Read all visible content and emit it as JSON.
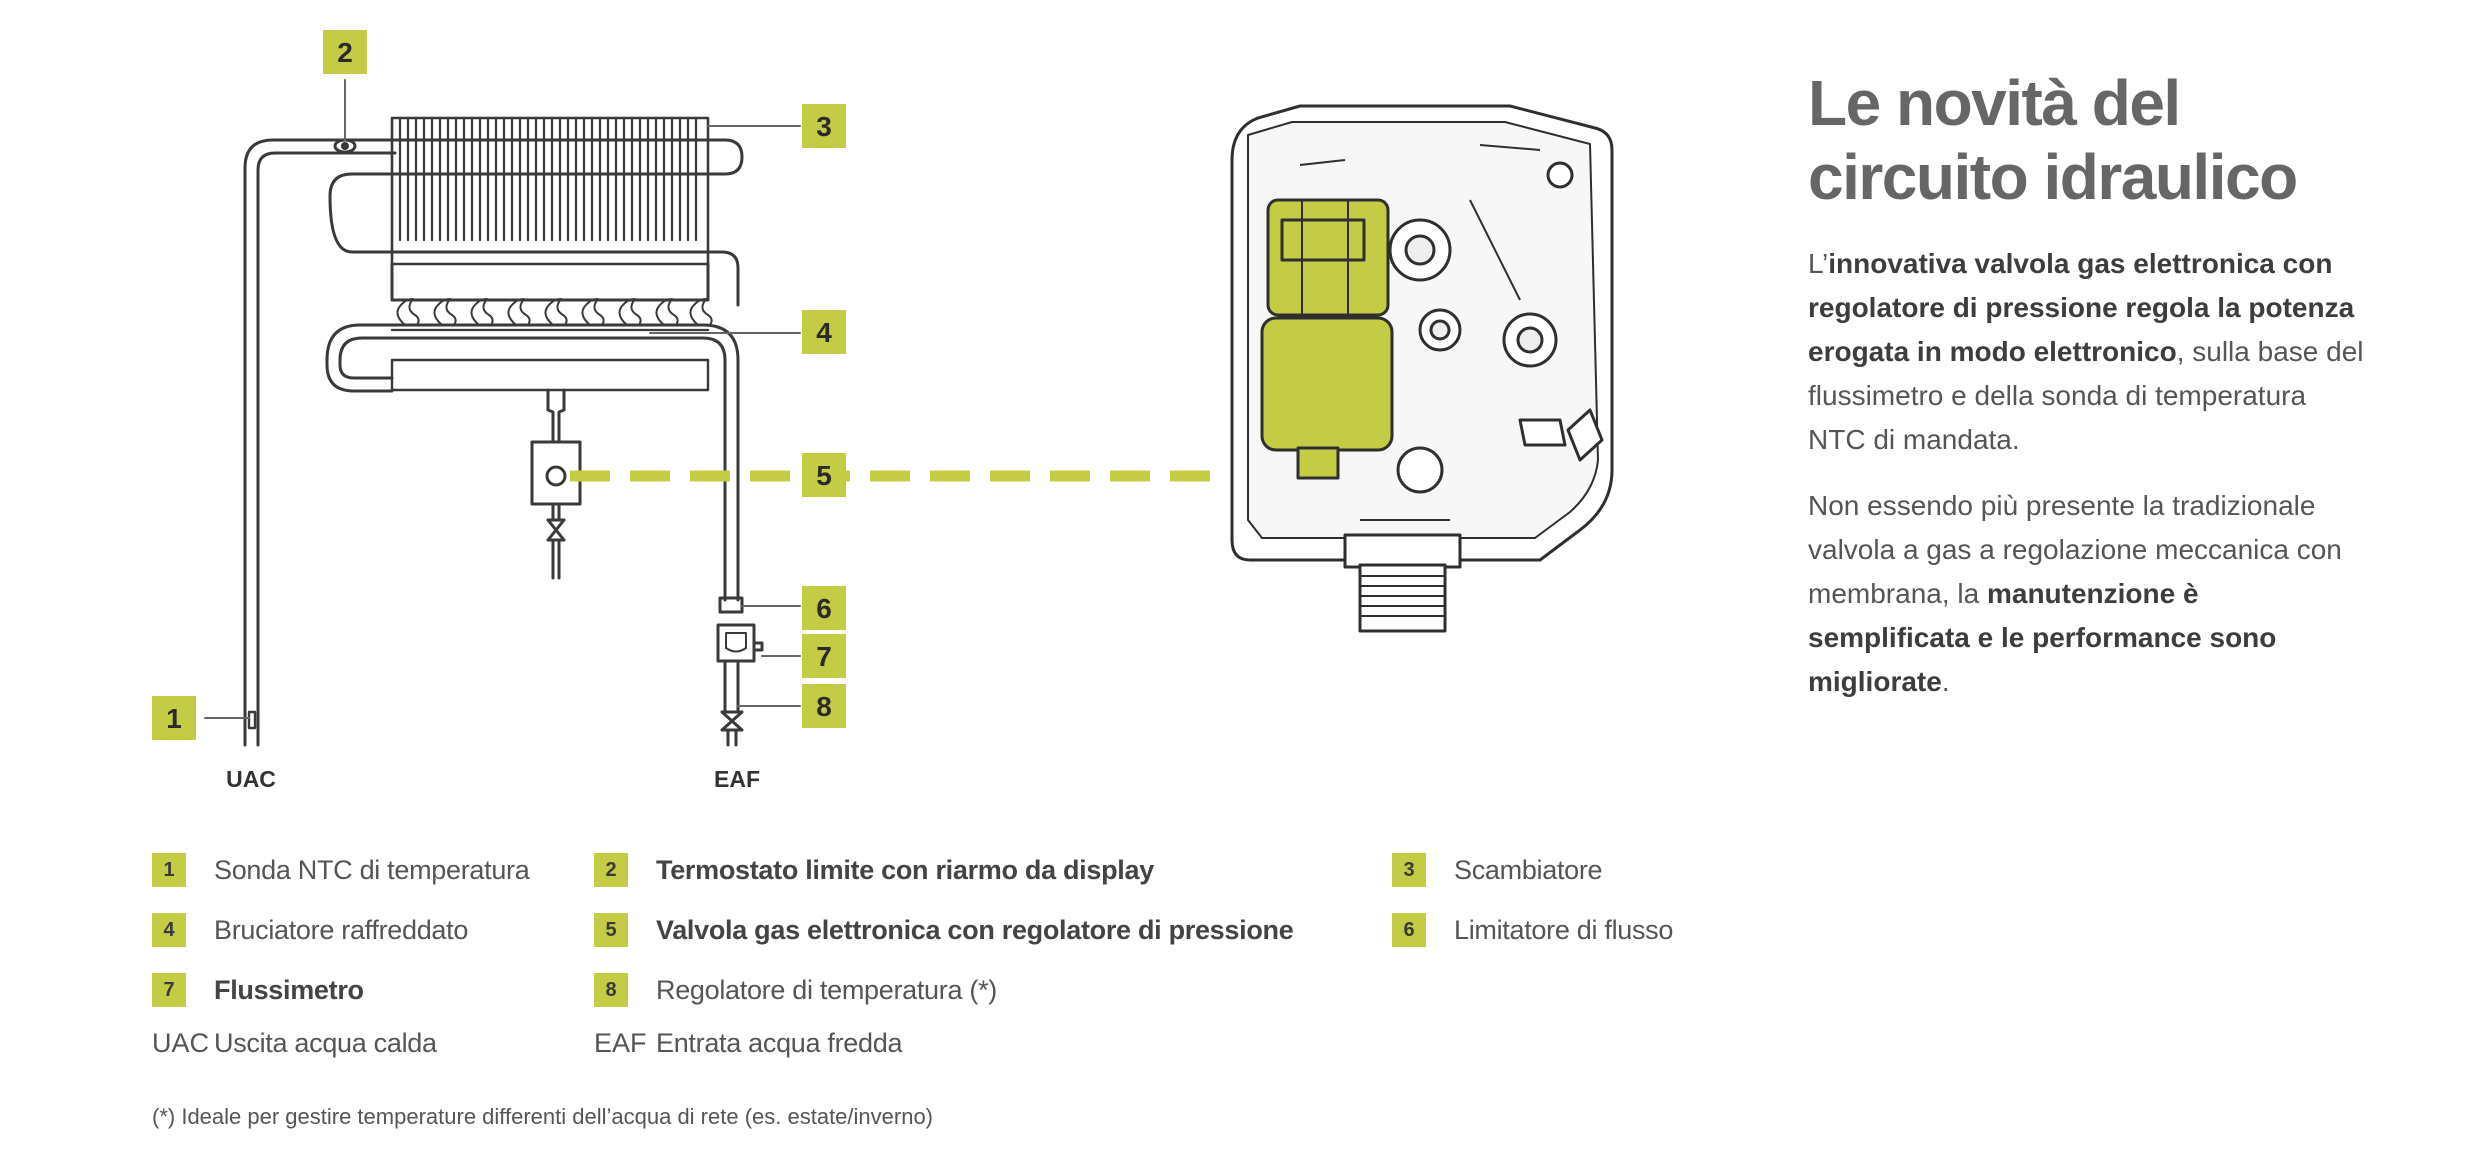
{
  "diagram": {
    "tags": [
      "1",
      "2",
      "3",
      "4",
      "5",
      "6",
      "7",
      "8"
    ],
    "ports": {
      "uac": "UAC",
      "eaf": "EAF"
    },
    "accent_color": "#c4cb44"
  },
  "legend": {
    "items": [
      {
        "key": "1",
        "label": "Sonda NTC di temperatura",
        "bold": false
      },
      {
        "key": "2",
        "label": "Termostato limite con riarmo da display",
        "bold": true
      },
      {
        "key": "3",
        "label": "Scambiatore",
        "bold": false
      },
      {
        "key": "4",
        "label": "Bruciatore raffreddato",
        "bold": false
      },
      {
        "key": "5",
        "label": "Valvola gas elettronica con regolatore di pressione",
        "bold": true
      },
      {
        "key": "6",
        "label": "Limitatore di flusso",
        "bold": false
      },
      {
        "key": "7",
        "label": "Flussimetro",
        "bold": true
      },
      {
        "key": "8",
        "label": "Regolatore di temperatura (*)",
        "bold": false
      }
    ],
    "abbreviations": [
      {
        "abbr": "UAC",
        "label": "Uscita acqua calda"
      },
      {
        "abbr": "EAF",
        "label": "Entrata acqua fredda"
      }
    ],
    "footnote": "(*) Ideale per gestire temperature differenti dell’acqua di rete (es. estate/inverno)"
  },
  "panel": {
    "title_line1": "Le novità del",
    "title_line2": "circuito idraulico",
    "p1": {
      "pre": "L’",
      "strong": "innovativa valvola gas elettronica con regolatore di pressione regola la potenza erogata in modo elettronico",
      "post": ", sulla base del flussimetro e della sonda di temperatura NTC di mandata."
    },
    "p2": {
      "pre": "Non essendo più presente la tradizionale valvola a gas a regolazione meccanica con membrana, la ",
      "strong": "manutenzione è semplificata e le performance sono migliorate",
      "post": "."
    }
  }
}
